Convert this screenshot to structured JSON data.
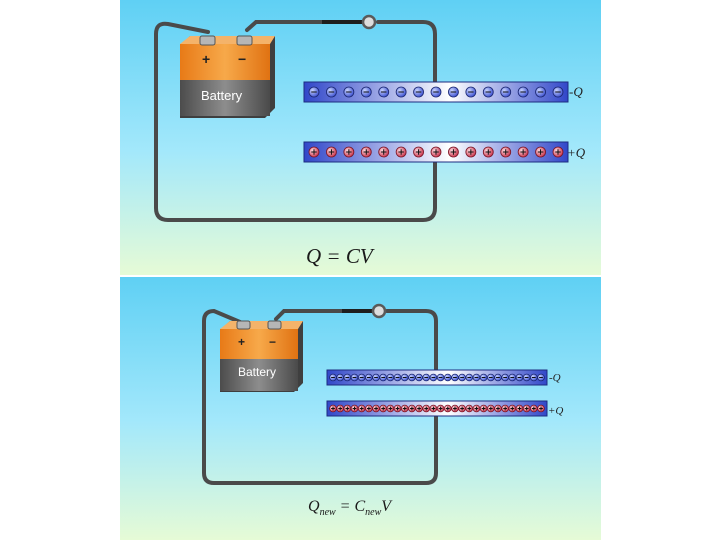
{
  "battery": {
    "label": "Battery",
    "plus": "+",
    "minus": "−"
  },
  "top": {
    "plate_top_label": "-Q",
    "plate_bottom_label": "+Q",
    "formula": {
      "q": "Q",
      "eq": " = ",
      "c": "CV"
    }
  },
  "bottom": {
    "plate_top_label": "-Q",
    "plate_bottom_label": "+Q",
    "formula": {
      "q": "Q",
      "q_sub": "new",
      "eq": " = ",
      "c": "C",
      "c_sub": "new",
      "v": "V"
    }
  },
  "colors": {
    "wire": "#4a4a4a",
    "plate_blue": "#3e59d6",
    "negative_charge": "#4a64e0",
    "positive_charge": "#d94a5c",
    "battery_orange": "#f08c2a",
    "battery_gray": "#6b6b6b"
  }
}
